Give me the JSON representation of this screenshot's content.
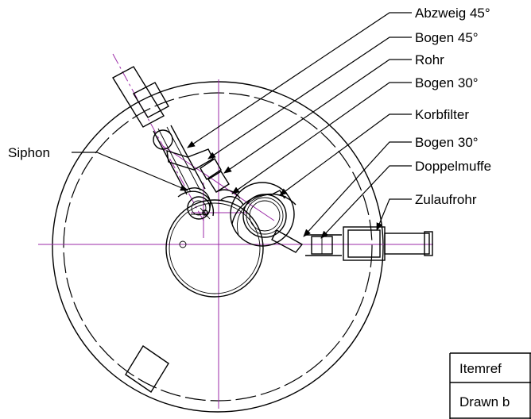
{
  "labels": {
    "abzweig_45": "Abzweig 45°",
    "bogen_45": "Bogen 45°",
    "rohr": "Rohr",
    "bogen_30_a": "Bogen 30°",
    "korbfilter": "Korbfilter",
    "bogen_30_b": "Bogen 30°",
    "doppelmuffe": "Doppelmuffe",
    "zulaufrohr": "Zulaufrohr",
    "siphon": "Siphon"
  },
  "title_block": {
    "itemref": "Itemref",
    "drawn_by": "Drawn b"
  },
  "colors": {
    "outline": "#000000",
    "centerline": "#9b2aa7"
  }
}
